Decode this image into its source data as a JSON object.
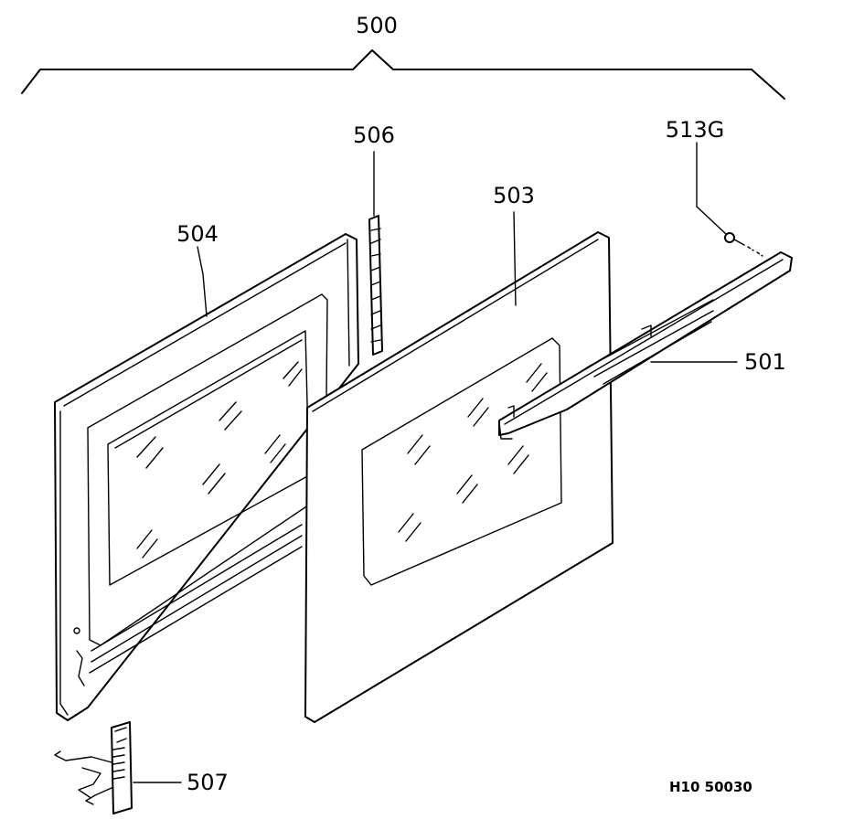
{
  "drawing_code": "H10 50030",
  "labels": {
    "assembly": "500",
    "handle": "501",
    "outer_glass_panel": "503",
    "inner_door_panel": "504",
    "seal_strip": "506",
    "hinge": "507",
    "screw": "513G"
  },
  "line_color": "#000000",
  "background_color": "#ffffff"
}
